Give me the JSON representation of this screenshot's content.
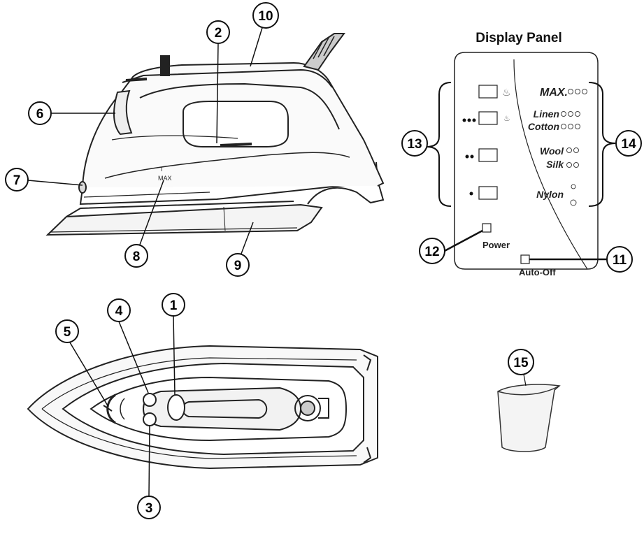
{
  "panel": {
    "title": "Display Panel",
    "settings": [
      "MAX.",
      "Linen",
      "Cotton",
      "Wool",
      "Silk",
      "Nylon"
    ],
    "power_label": "Power",
    "auto_off_label": "Auto-Off"
  },
  "dial_marks": {
    "line": "I",
    "max": "MAX"
  },
  "callouts": [
    "1",
    "2",
    "3",
    "4",
    "5",
    "6",
    "7",
    "8",
    "9",
    "10",
    "11",
    "12",
    "13",
    "14",
    "15"
  ]
}
